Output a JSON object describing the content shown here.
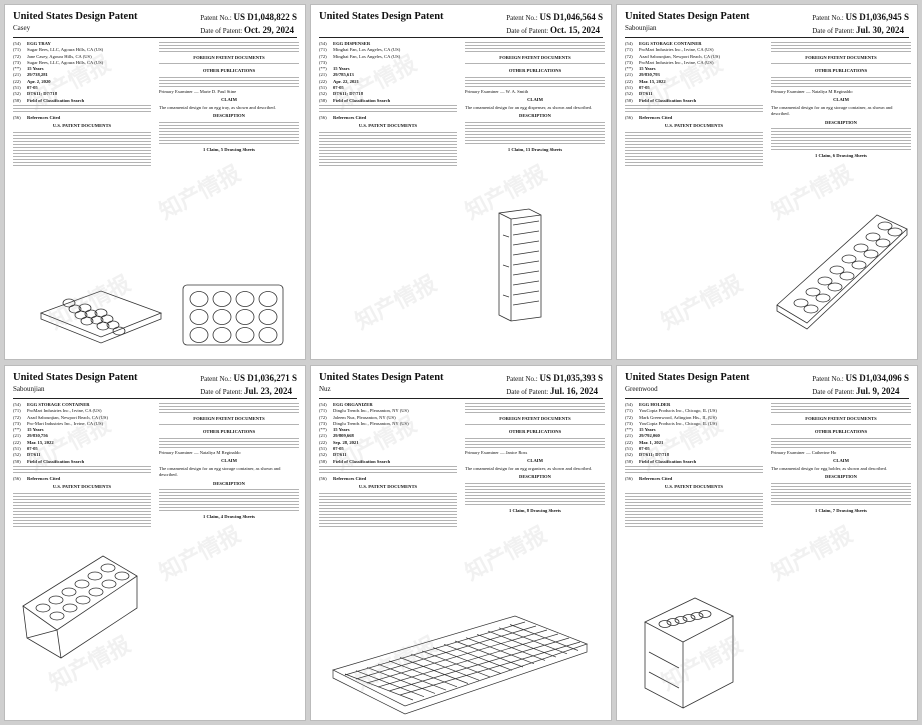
{
  "header_title": "United States Design Patent",
  "labels": {
    "patent_no": "Patent No.:",
    "date": "Date of Patent:",
    "field_of_search": "Field of Classification Search",
    "references": "References Cited",
    "us_docs": "U.S. PATENT DOCUMENTS",
    "foreign_docs": "FOREIGN PATENT DOCUMENTS",
    "other_pubs": "OTHER PUBLICATIONS",
    "claim": "CLAIM",
    "description": "DESCRIPTION"
  },
  "watermark": "知产情报",
  "pages": [
    {
      "inventor": "Casey",
      "patent_no": "US D1,048,822 S",
      "date": "Oct. 29, 2024",
      "title": "EGG TRAY",
      "applicant": "Sugar Bees, LLC, Agoura Hills, CA (US)",
      "inventor_full": "Jane Casey, Agoura Hills, CA (US)",
      "assignee": "Sugar Bees, LLC, Agoura Hills, CA (US)",
      "term": "15 Years",
      "appl_no": "29/738,281",
      "filed": "Apr. 2, 2020",
      "loc": "07-05",
      "uspc": "D7/611; D7/718",
      "examiner": "Primary Examiner — Marie D. Paul Stine",
      "claim_text": "The ornamental design for an egg tray, as shown and described.",
      "claims_footer": "1 Claim, 5 Drawing Sheets"
    },
    {
      "inventor": "",
      "patent_no": "US D1,046,564 S",
      "date": "Oct. 15, 2024",
      "title": "EGG DISPENSER",
      "applicant": "Minghai Fan, Los Angeles, CA (US)",
      "inventor_full": "Minghai Fan, Los Angeles, CA (US)",
      "assignee": "",
      "term": "15 Years",
      "appl_no": "29/785,613",
      "filed": "Apr. 22, 2021",
      "loc": "07-05",
      "uspc": "D7/611; D7/718",
      "examiner": "Primary Examiner — W. A. Smith",
      "claim_text": "The ornamental design for an egg dispenser, as shown and described.",
      "claims_footer": "1 Claim, 13 Drawing Sheets"
    },
    {
      "inventor": "Sabounjian",
      "patent_no": "US D1,036,945 S",
      "date": "Jul. 30, 2024",
      "title": "EGG STORAGE CONTAINER",
      "applicant": "ProMart Industries Inc., Irvine, CA (US)",
      "inventor_full": "Azad Sabounjian, Newport Beach, CA (US)",
      "assignee": "ProMart Industries Inc., Irvine, CA (US)",
      "term": "15 Years",
      "appl_no": "29/830,793",
      "filed": "Mar. 15, 2022",
      "loc": "07-05",
      "uspc": "D7/611",
      "examiner": "Primary Examiner — Nataliya M Reginaldo",
      "claim_text": "The ornamental design for an egg storage container, as shown and described.",
      "claims_footer": "1 Claim, 6 Drawing Sheets"
    },
    {
      "inventor": "Sabounjian",
      "patent_no": "US D1,036,271 S",
      "date": "Jul. 23, 2024",
      "title": "EGG STORAGE CONTAINER",
      "applicant": "ProMart Industries Inc., Irvine, CA (US)",
      "inventor_full": "Azad Sabounjian, Newport Beach, CA (US)",
      "assignee": "Pro-Mart Industries Inc., Irvine, CA (US)",
      "term": "15 Years",
      "appl_no": "29/830,756",
      "filed": "Mar. 15, 2022",
      "loc": "07-05",
      "uspc": "D7/611",
      "examiner": "Primary Examiner — Nataliya M Reginaldo",
      "claim_text": "The ornamental design for an egg storage container, as shown and described.",
      "claims_footer": "1 Claim, 4 Drawing Sheets"
    },
    {
      "inventor": "Nuz",
      "patent_no": "US D1,035,393 S",
      "date": "Jul. 16, 2024",
      "title": "EGG ORGANIZER",
      "applicant": "Dinglu Trends Inc., Pleasanton, NY (US)",
      "inventor_full": "Jaleem Nuz, Pleasanton, NY (US)",
      "assignee": "Dinglu Trends Inc., Pleasanton, NY (US)",
      "term": "15 Years",
      "appl_no": "29/809,668",
      "filed": "Sep. 28, 2021",
      "loc": "07-05",
      "uspc": "D7/611",
      "examiner": "Primary Examiner — Janice Ross",
      "claim_text": "The ornamental design for an egg organizer, as shown and described.",
      "claims_footer": "1 Claim, 8 Drawing Sheets"
    },
    {
      "inventor": "Greenwood",
      "patent_no": "US D1,034,096 S",
      "date": "Jul. 9, 2024",
      "title": "EGG HOLDER",
      "applicant": "YouCopia Products Inc., Chicago, IL (US)",
      "inventor_full": "Mark Greenwood, Arlington Hts., IL (US)",
      "assignee": "YouCopia Products Inc., Chicago, IL (US)",
      "term": "15 Years",
      "appl_no": "29/792,060",
      "filed": "Mar. 1, 2021",
      "loc": "07-05",
      "uspc": "D7/611; D7/718",
      "examiner": "Primary Examiner — Catherine Ho",
      "claim_text": "The ornamental design for egg holder, as shown and described.",
      "claims_footer": "1 Claim, 7 Drawing Sheets"
    }
  ]
}
